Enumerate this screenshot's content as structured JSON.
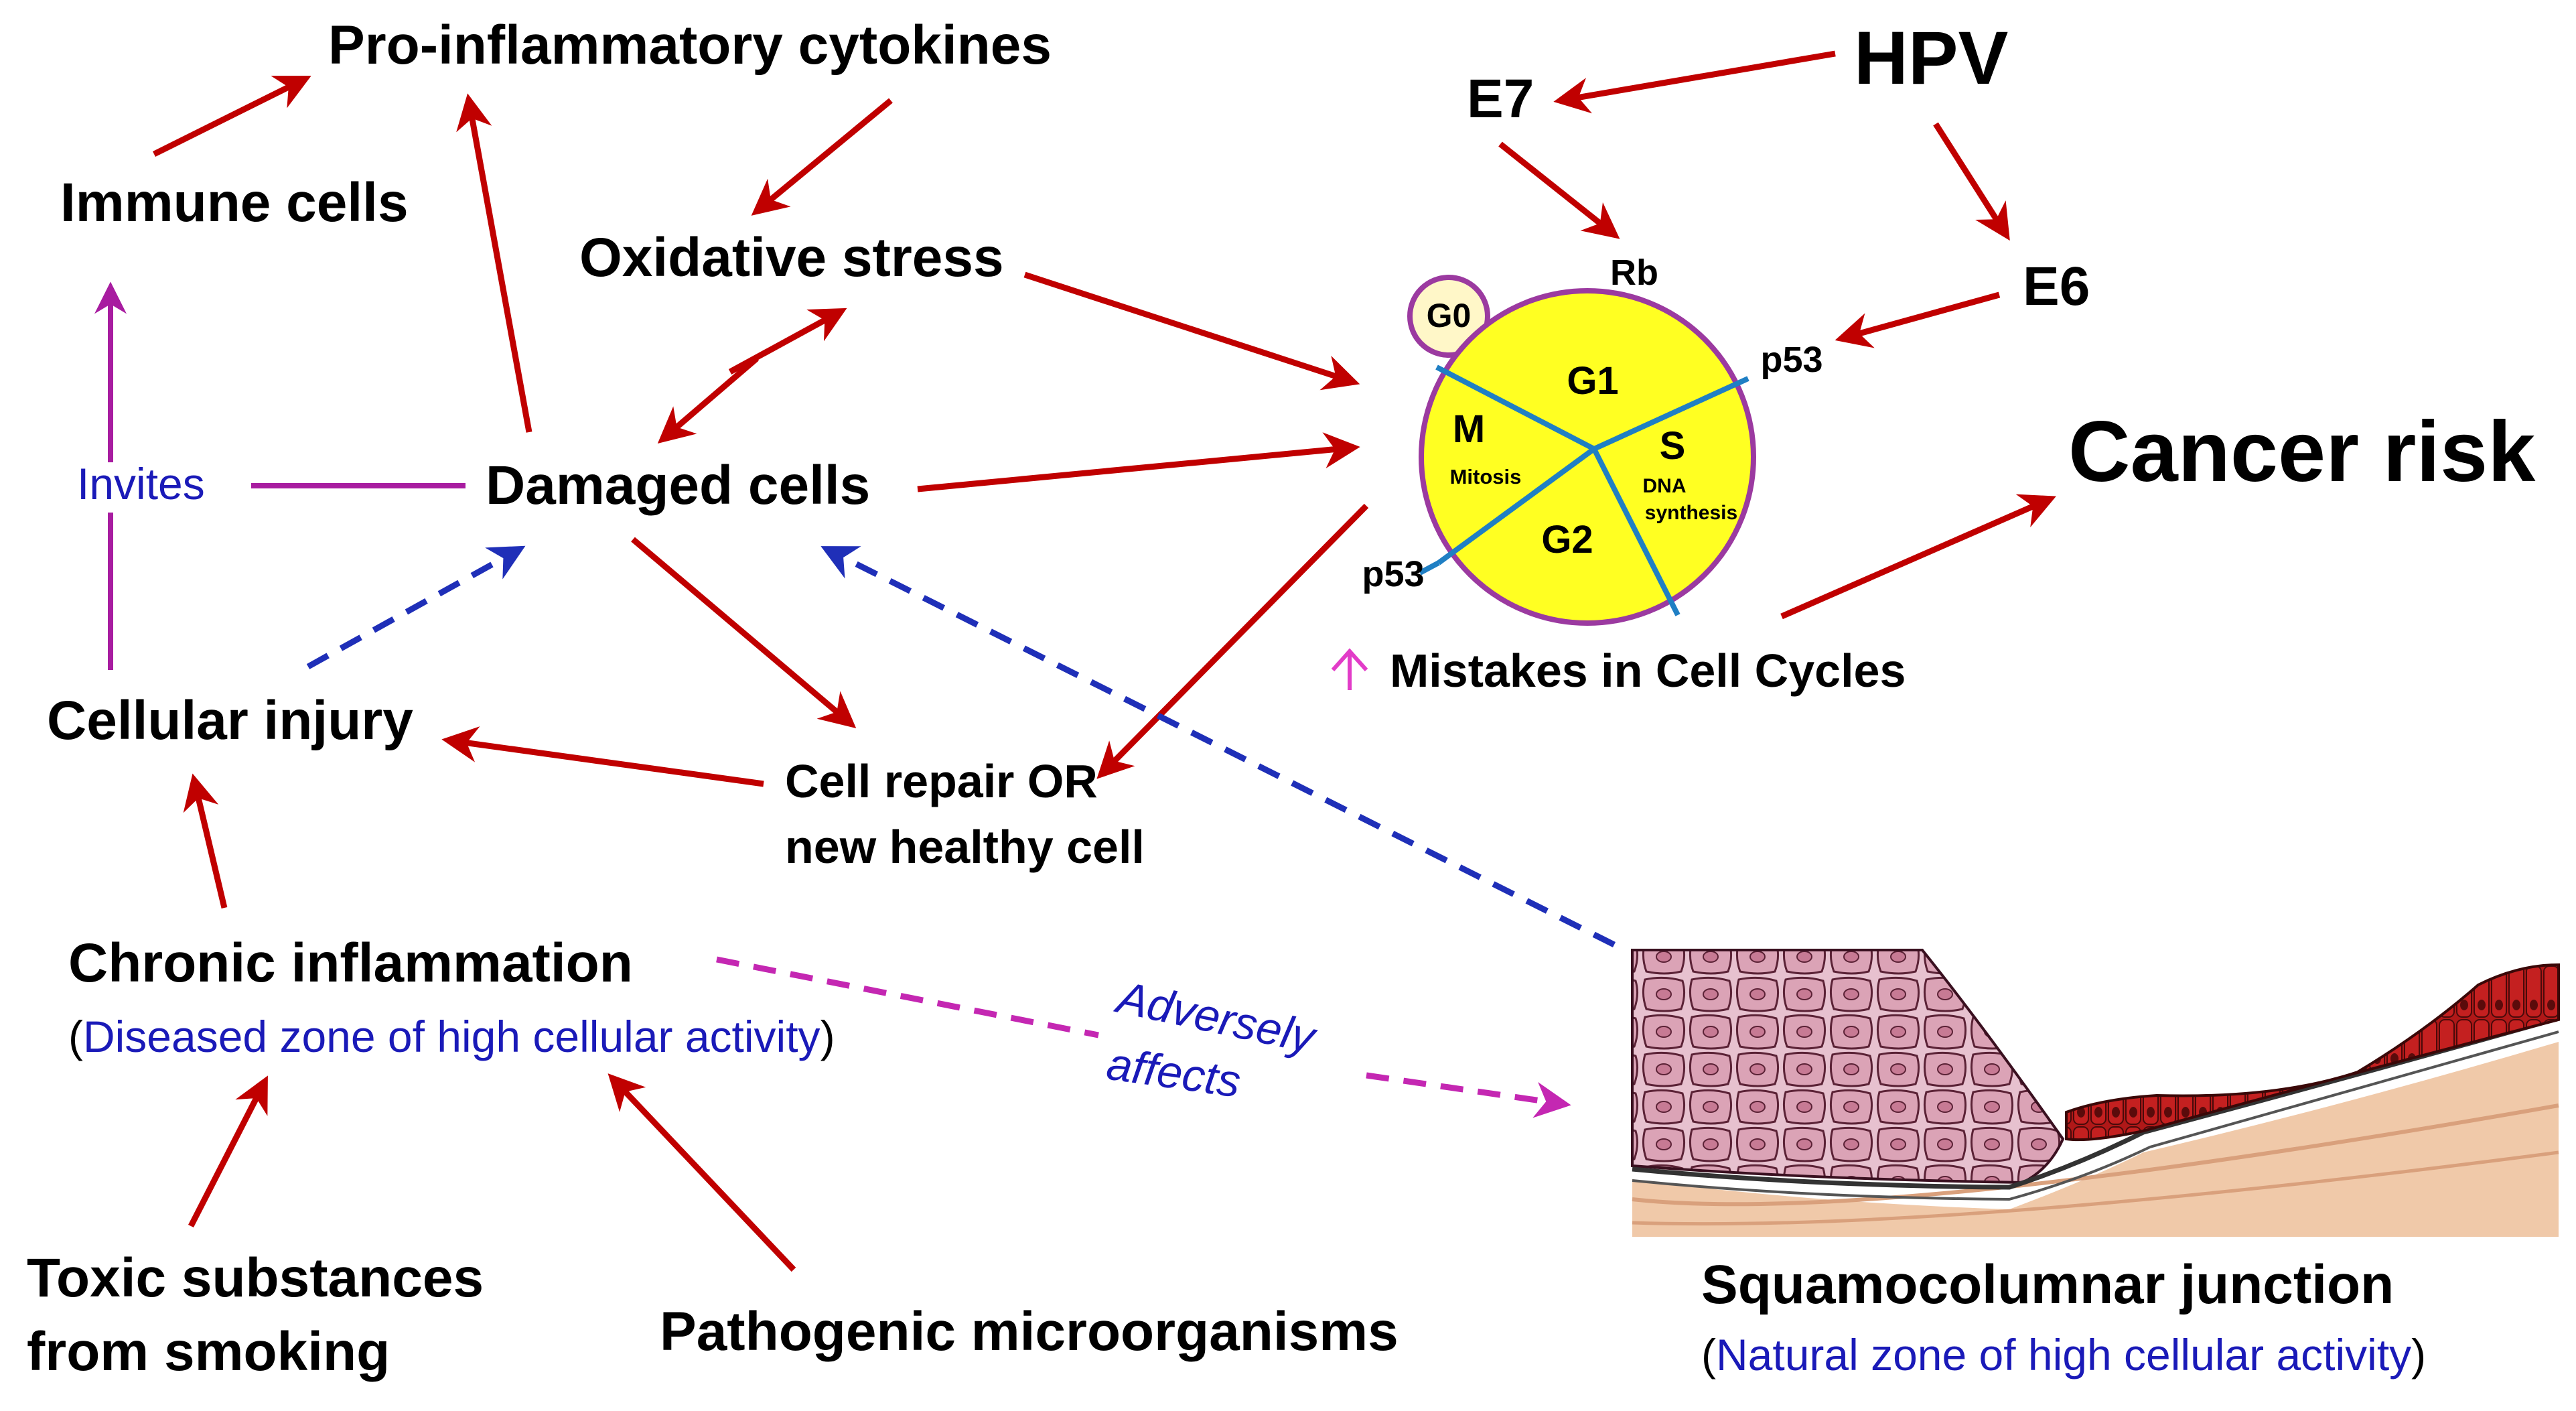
{
  "nodes": {
    "pro_inflammatory": "Pro-inflammatory cytokines",
    "immune_cells": "Immune cells",
    "oxidative_stress": "Oxidative stress",
    "invites": "Invites",
    "damaged_cells": "Damaged cells",
    "cellular_injury": "Cellular injury",
    "cell_repair_1": "Cell repair OR",
    "cell_repair_2": "new healthy cell",
    "chronic_inflammation": "Chronic inflammation",
    "chronic_sub": "Diseased zone of high cellular activity",
    "adversely_1": "Adversely",
    "adversely_2": "affects",
    "toxic_1": "Toxic substances",
    "toxic_2": "from smoking",
    "pathogenic": "Pathogenic microorganisms",
    "hpv": "HPV",
    "e7": "E7",
    "e6": "E6",
    "cancer_risk": "Cancer risk",
    "mistakes": "Mistakes in Cell Cycles",
    "squamo": "Squamocolumnar junction",
    "squamo_sub": "Natural zone of high cellular activity"
  },
  "cell_cycle": {
    "g0": "G0",
    "g1": "G1",
    "s": "S",
    "s_sub1": "DNA",
    "s_sub2": "synthesis",
    "g2": "G2",
    "m": "M",
    "m_sub": "Mitosis",
    "rb": "Rb",
    "p53_top": "p53",
    "p53_bottom": "p53"
  },
  "colors": {
    "arrow_red": "#c00000",
    "dashed_blue": "#1f2fb8",
    "dashed_magenta": "#c427b2",
    "cycle_fill": "#ffff22",
    "cycle_border": "#9b3aa0",
    "subtext_blue": "#1a1ab8"
  }
}
